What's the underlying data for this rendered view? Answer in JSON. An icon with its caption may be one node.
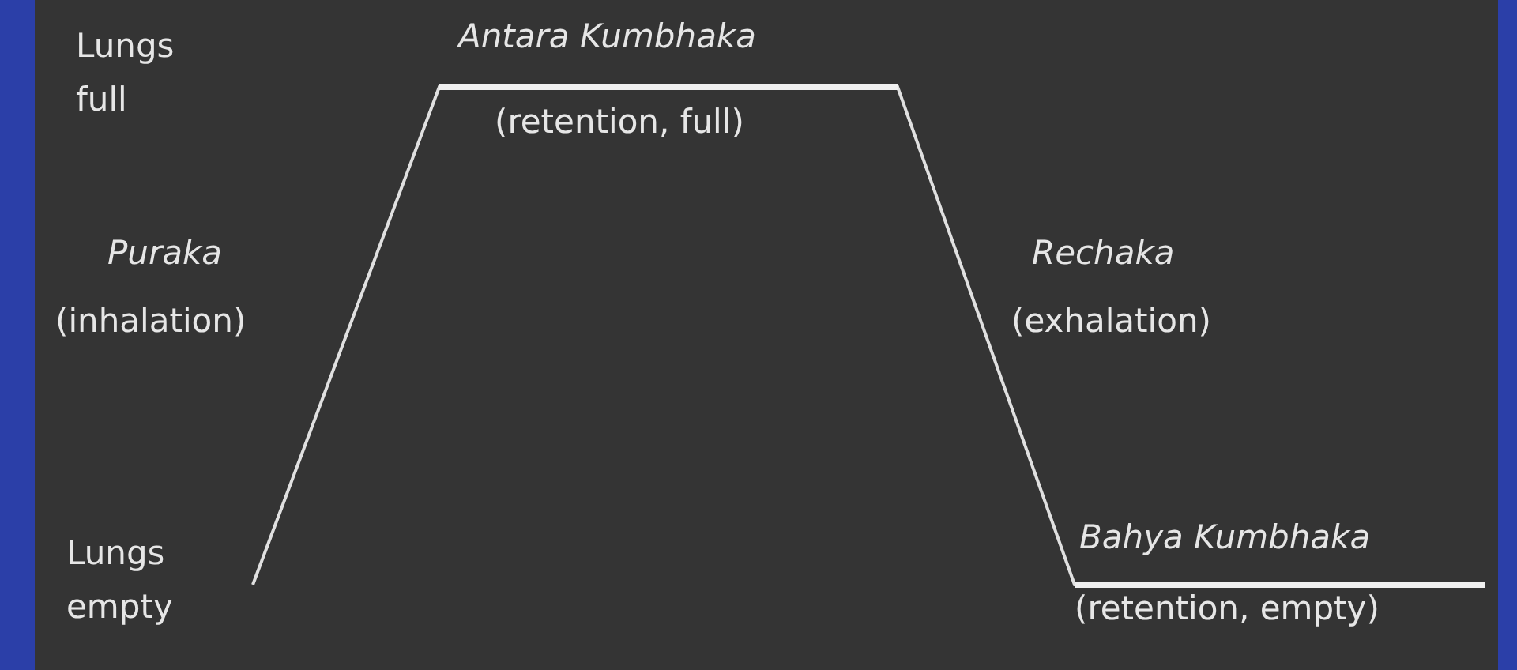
{
  "diagram": {
    "labels": [
      "Lungs full",
      "Antara Kumbhaka",
      "(retention, full)",
      "Puraka",
      "(inhalation)",
      "Rechaka",
      "(exhalation)",
      "Lungs empty",
      "Bahya Kumbhaka",
      "(retention, empty)"
    ]
  }
}
